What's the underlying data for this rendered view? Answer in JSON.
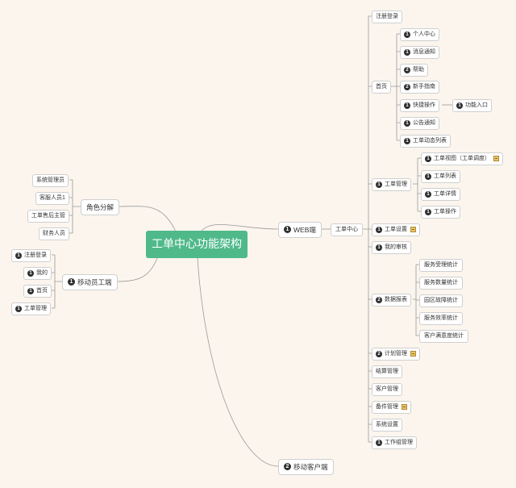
{
  "root": {
    "title": "工单中心功能架构"
  },
  "left": {
    "roles": {
      "label": "角色分解",
      "items": [
        "系统管理员",
        "客服人员1",
        "工单售后主管",
        "财务人员"
      ]
    },
    "mobile_staff": {
      "label": "移动员工端",
      "badge": "1",
      "items": [
        {
          "label": "注册登录",
          "badge": "1"
        },
        {
          "label": "我的",
          "badge": "1"
        },
        {
          "label": "首页",
          "badge": "1"
        },
        {
          "label": "工单管理",
          "badge": "1"
        }
      ]
    }
  },
  "web": {
    "label": "WEB端",
    "badge": "1",
    "center": "工单中心",
    "register": "注册登录",
    "home": {
      "label": "首页",
      "items": [
        {
          "label": "个人中心",
          "badge": "1"
        },
        {
          "label": "消息通知",
          "badge": "1"
        },
        {
          "label": "帮助",
          "badge": "2"
        },
        {
          "label": "新手指南",
          "badge": "2"
        },
        {
          "label": "快捷操作",
          "badge": "1",
          "child": {
            "label": "功能入口",
            "badge": "1"
          }
        },
        {
          "label": "公告通知",
          "badge": "1"
        },
        {
          "label": "工单动态列表",
          "badge": "1"
        }
      ]
    },
    "ticket_mgmt": {
      "label": "工单管理",
      "badge": "1",
      "items": [
        {
          "label": "工单视图（工单调度）",
          "badge": "1",
          "note": true
        },
        {
          "label": "工单列表",
          "badge": "1"
        },
        {
          "label": "工单详情",
          "badge": "1"
        },
        {
          "label": "工单操作",
          "badge": "1"
        }
      ]
    },
    "ticket_settings": {
      "label": "工单设置",
      "badge": "1",
      "note": true
    },
    "my_review": {
      "label": "我的审核",
      "badge": "1"
    },
    "reports": {
      "label": "数据报表",
      "badge": "2",
      "items": [
        "服务受理统计",
        "服务数量统计",
        "园区故障统计",
        "服务效率统计",
        "客户满意度统计"
      ]
    },
    "plan_mgmt": {
      "label": "计划管理",
      "badge": "2",
      "note": true
    },
    "settlement": "结算管理",
    "customer": "客户管理",
    "parts": {
      "label": "备件管理",
      "note": true
    },
    "system": "系统设置",
    "group": {
      "label": "工作组管理",
      "badge": "1"
    }
  },
  "mobile_client": {
    "label": "移动客户端",
    "badge": "2"
  },
  "colors": {
    "root": "#4fb98a",
    "background": "#fbf5ee",
    "line": "#9a9a9a",
    "badge": "#2f2f2f",
    "note": "#e9c46a"
  }
}
